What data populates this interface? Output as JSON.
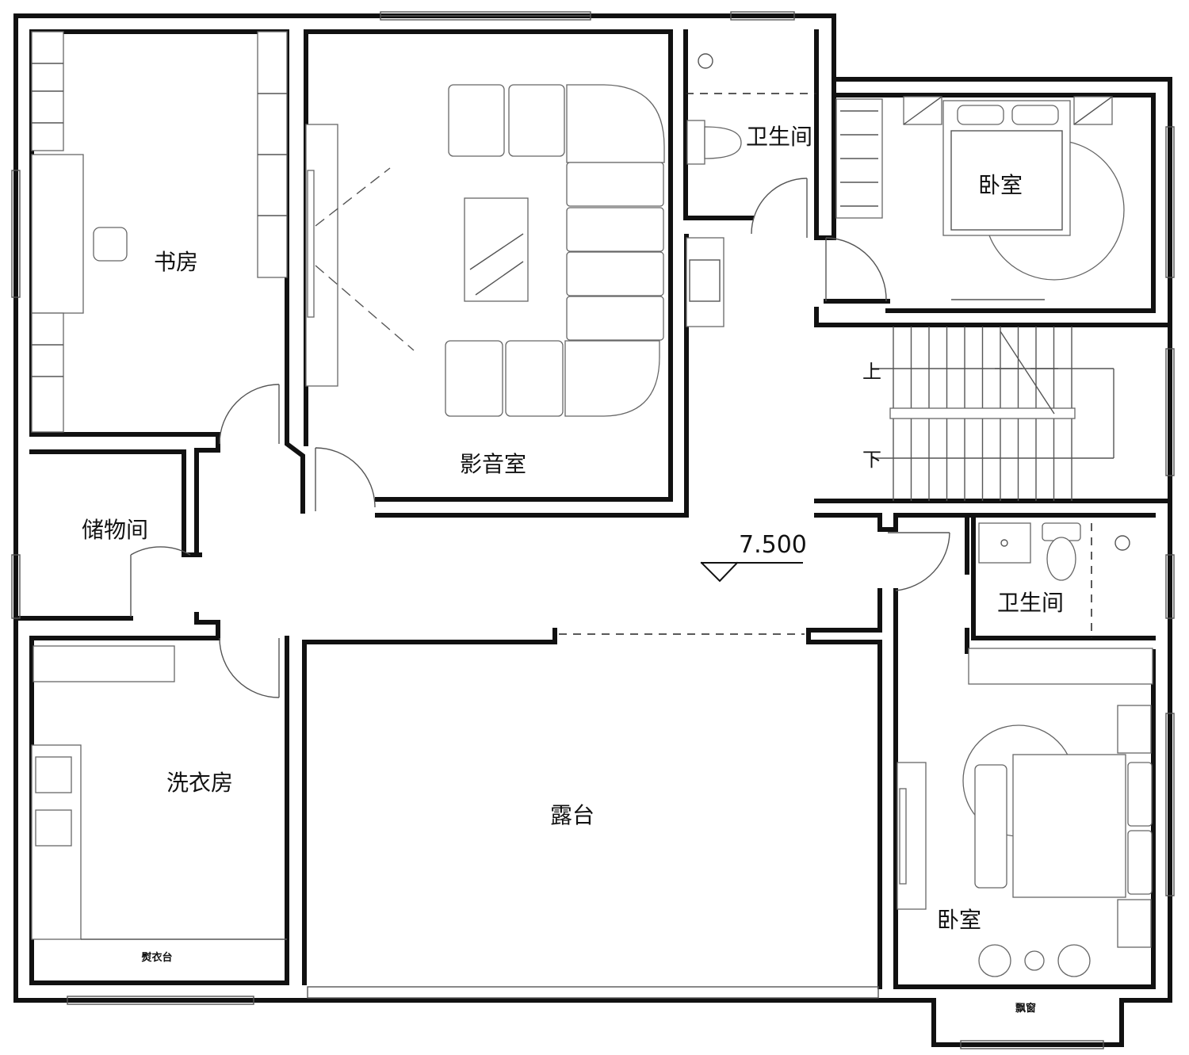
{
  "rooms": {
    "study": "书房",
    "theater": "影音室",
    "bath_top": "卫生间",
    "bedroom_top": "卧室",
    "storage": "储物间",
    "bath_right": "卫生间",
    "laundry": "洗衣房",
    "terrace": "露台",
    "bedroom_bottom": "卧室"
  },
  "fixtures": {
    "ironing": "熨衣台",
    "bay_window": "飘窗"
  },
  "stairs": {
    "up": "上",
    "down": "下"
  },
  "level": {
    "value": "7.500"
  }
}
